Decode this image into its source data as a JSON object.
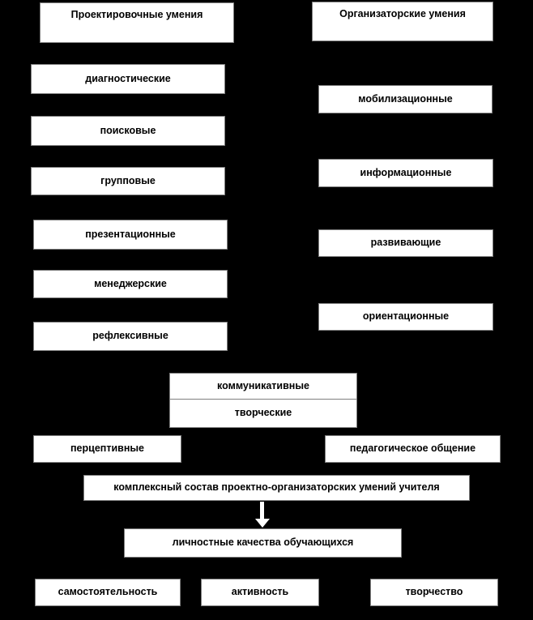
{
  "colors": {
    "background": "#000000",
    "box_fill": "#ffffff",
    "box_border": "#7f7f7f",
    "text": "#000000",
    "arrow": "#ffffff"
  },
  "nodes": {
    "title_left": {
      "label": "Проектировочные умения"
    },
    "title_right": {
      "label": "Организаторские умения"
    },
    "diagnostic": {
      "label": "диагностические"
    },
    "search": {
      "label": "поисковые"
    },
    "group": {
      "label": "групповые"
    },
    "presentation": {
      "label": "презентационные"
    },
    "manager": {
      "label": "менеджерские"
    },
    "reflexive": {
      "label": "рефлексивные"
    },
    "mobilization": {
      "label": "мобилизационные"
    },
    "information": {
      "label": "информационные"
    },
    "developing": {
      "label": "развивающие"
    },
    "orientation": {
      "label": "ориентационные"
    },
    "communicative": {
      "label": "коммуникативные"
    },
    "creative": {
      "label": "творческие"
    },
    "perceptive": {
      "label": "перцептивные"
    },
    "pedagogical_communication": {
      "label": "педагогическое общение"
    },
    "complex": {
      "label": "комплексный состав проектно-организаторских умений учителя"
    },
    "personal_qualities": {
      "label": "личностные качества обучающихся"
    },
    "independence": {
      "label": "самостоятельность"
    },
    "activity": {
      "label": "активность"
    },
    "creativity": {
      "label": "творчество"
    }
  },
  "icons": {
    "down_arrow": "down-arrow"
  }
}
